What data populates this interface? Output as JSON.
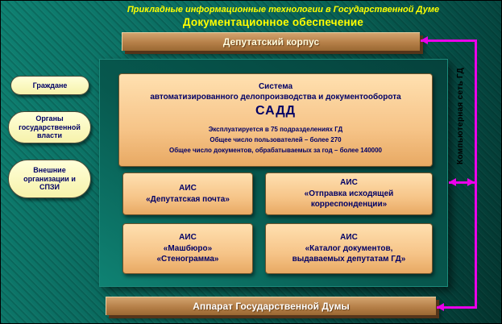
{
  "colors": {
    "background_teal": "#086054",
    "title_yellow": "#ffff00",
    "bar_tan": "#b57f48",
    "bar_shadow_brown": "#55351a",
    "pill_yellow": "#ffffd9",
    "box_peach": "#f6c488",
    "text_navy": "#000066",
    "network_magenta": "#ea00ea"
  },
  "header": {
    "subtitle": "Прикладные информационные технологии в Государственной Думе",
    "title": "Документационное обеспечение"
  },
  "top_bar": {
    "label": "Депутатский корпус"
  },
  "bottom_bar": {
    "label": "Аппарат Государственной Думы"
  },
  "left_pills": [
    {
      "label": "Граждане"
    },
    {
      "label": "Органы государственной власти"
    },
    {
      "label": "Внешние организации и СПЗИ"
    }
  ],
  "sadd": {
    "name_line1": "Система",
    "name_line2": "автоматизированного делопроизводства и документооборота",
    "abbr": "САДД",
    "stats": [
      "Эксплуатируется в 75 подразделениях ГД",
      "Общее число пользователей – более 270",
      "Общее число документов, обрабатываемых за год – более 140000"
    ]
  },
  "ais_boxes": [
    {
      "title": "АИС",
      "lines": [
        "«Депутатская почта»",
        ""
      ]
    },
    {
      "title": "АИС",
      "lines": [
        "«Отправка исходящей",
        "корреспонденции»"
      ]
    },
    {
      "title": "АИС",
      "lines": [
        "«Машбюро»",
        "«Стенограмма»"
      ]
    },
    {
      "title": "АИС",
      "lines": [
        "«Каталог документов,",
        "выдаваемых депутатам ГД»"
      ]
    }
  ],
  "network_label": "Компьютерная сеть ГД"
}
